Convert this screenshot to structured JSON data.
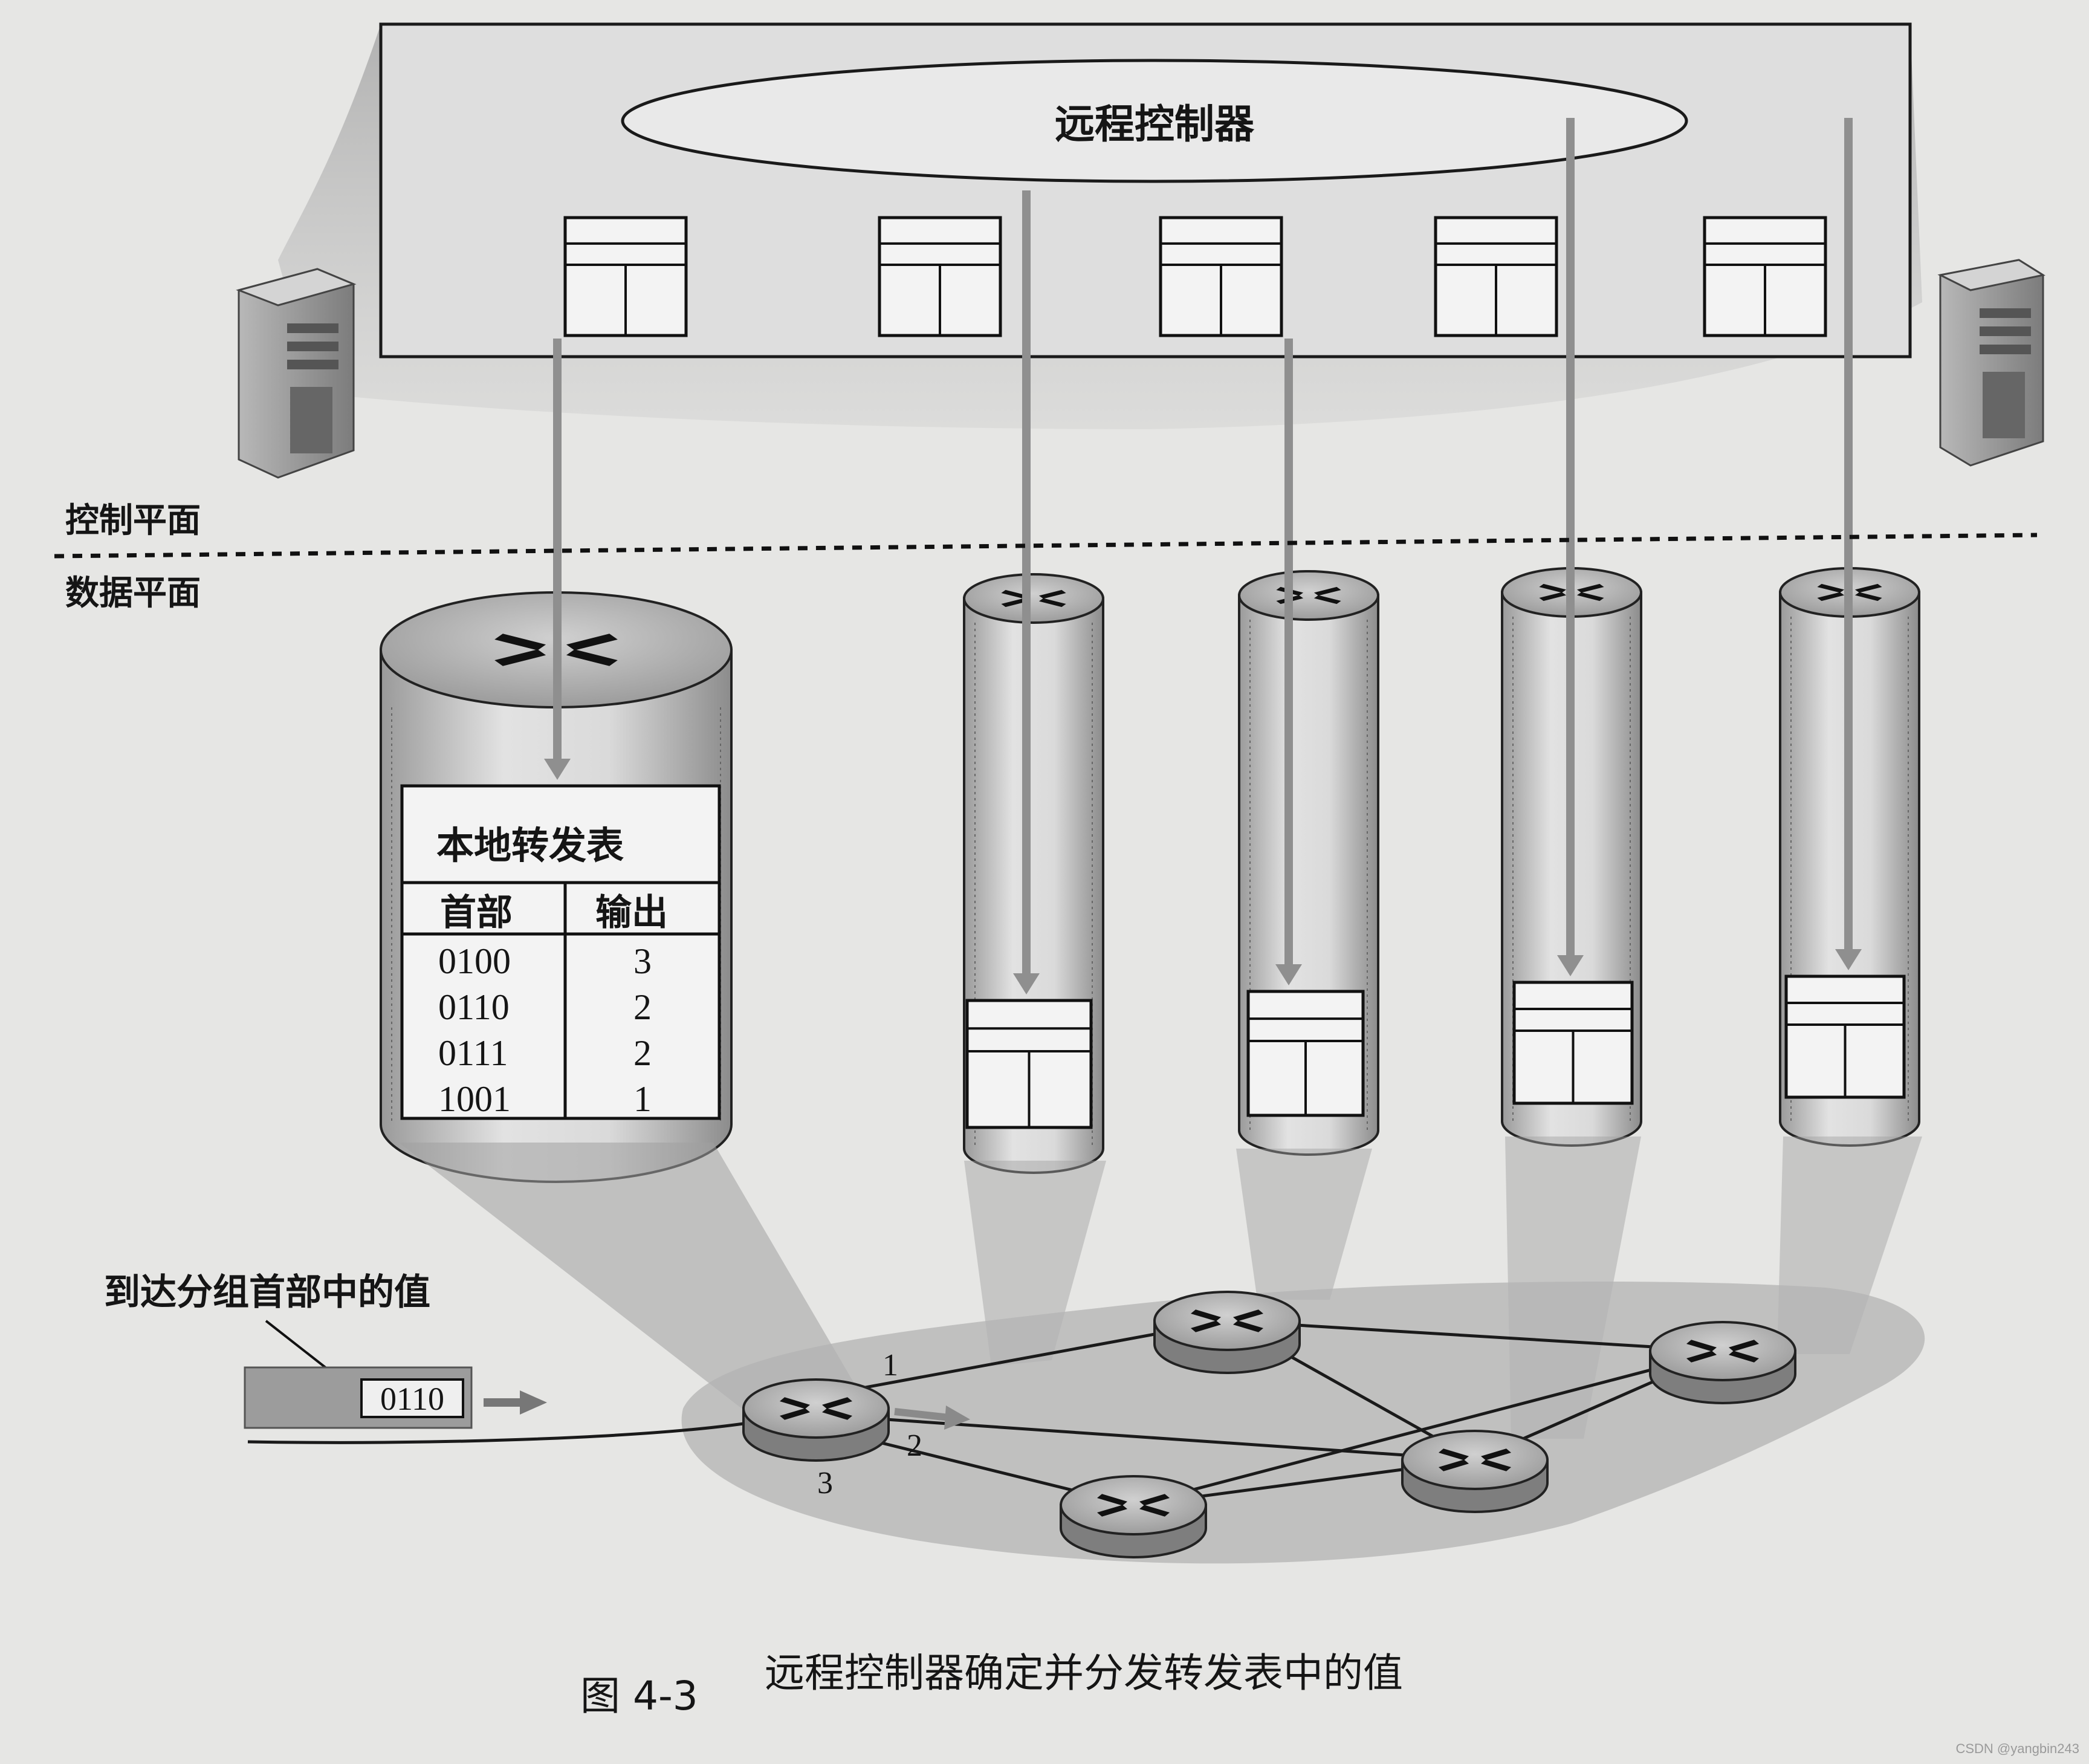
{
  "controller": {
    "label": "远程控制器"
  },
  "planes": {
    "control": "控制平面",
    "data": "数据平面"
  },
  "local_table": {
    "title": "本地转发表",
    "headers": [
      "首部",
      "输出"
    ],
    "rows": [
      {
        "header": "0100",
        "output": "3"
      },
      {
        "header": "0110",
        "output": "2"
      },
      {
        "header": "0111",
        "output": "2"
      },
      {
        "header": "1001",
        "output": "1"
      }
    ]
  },
  "packet": {
    "caption": "到达分组首部中的值",
    "value": "0110"
  },
  "ports": [
    "1",
    "2",
    "3"
  ],
  "figure": {
    "number": "图 4-3",
    "caption": "远程控制器确定并分发转发表中的值"
  },
  "watermark": "CSDN @yangbin243",
  "colors": {
    "background": "#e6e6e4",
    "ink": "#151515",
    "arrow": "#8f8f8f"
  }
}
